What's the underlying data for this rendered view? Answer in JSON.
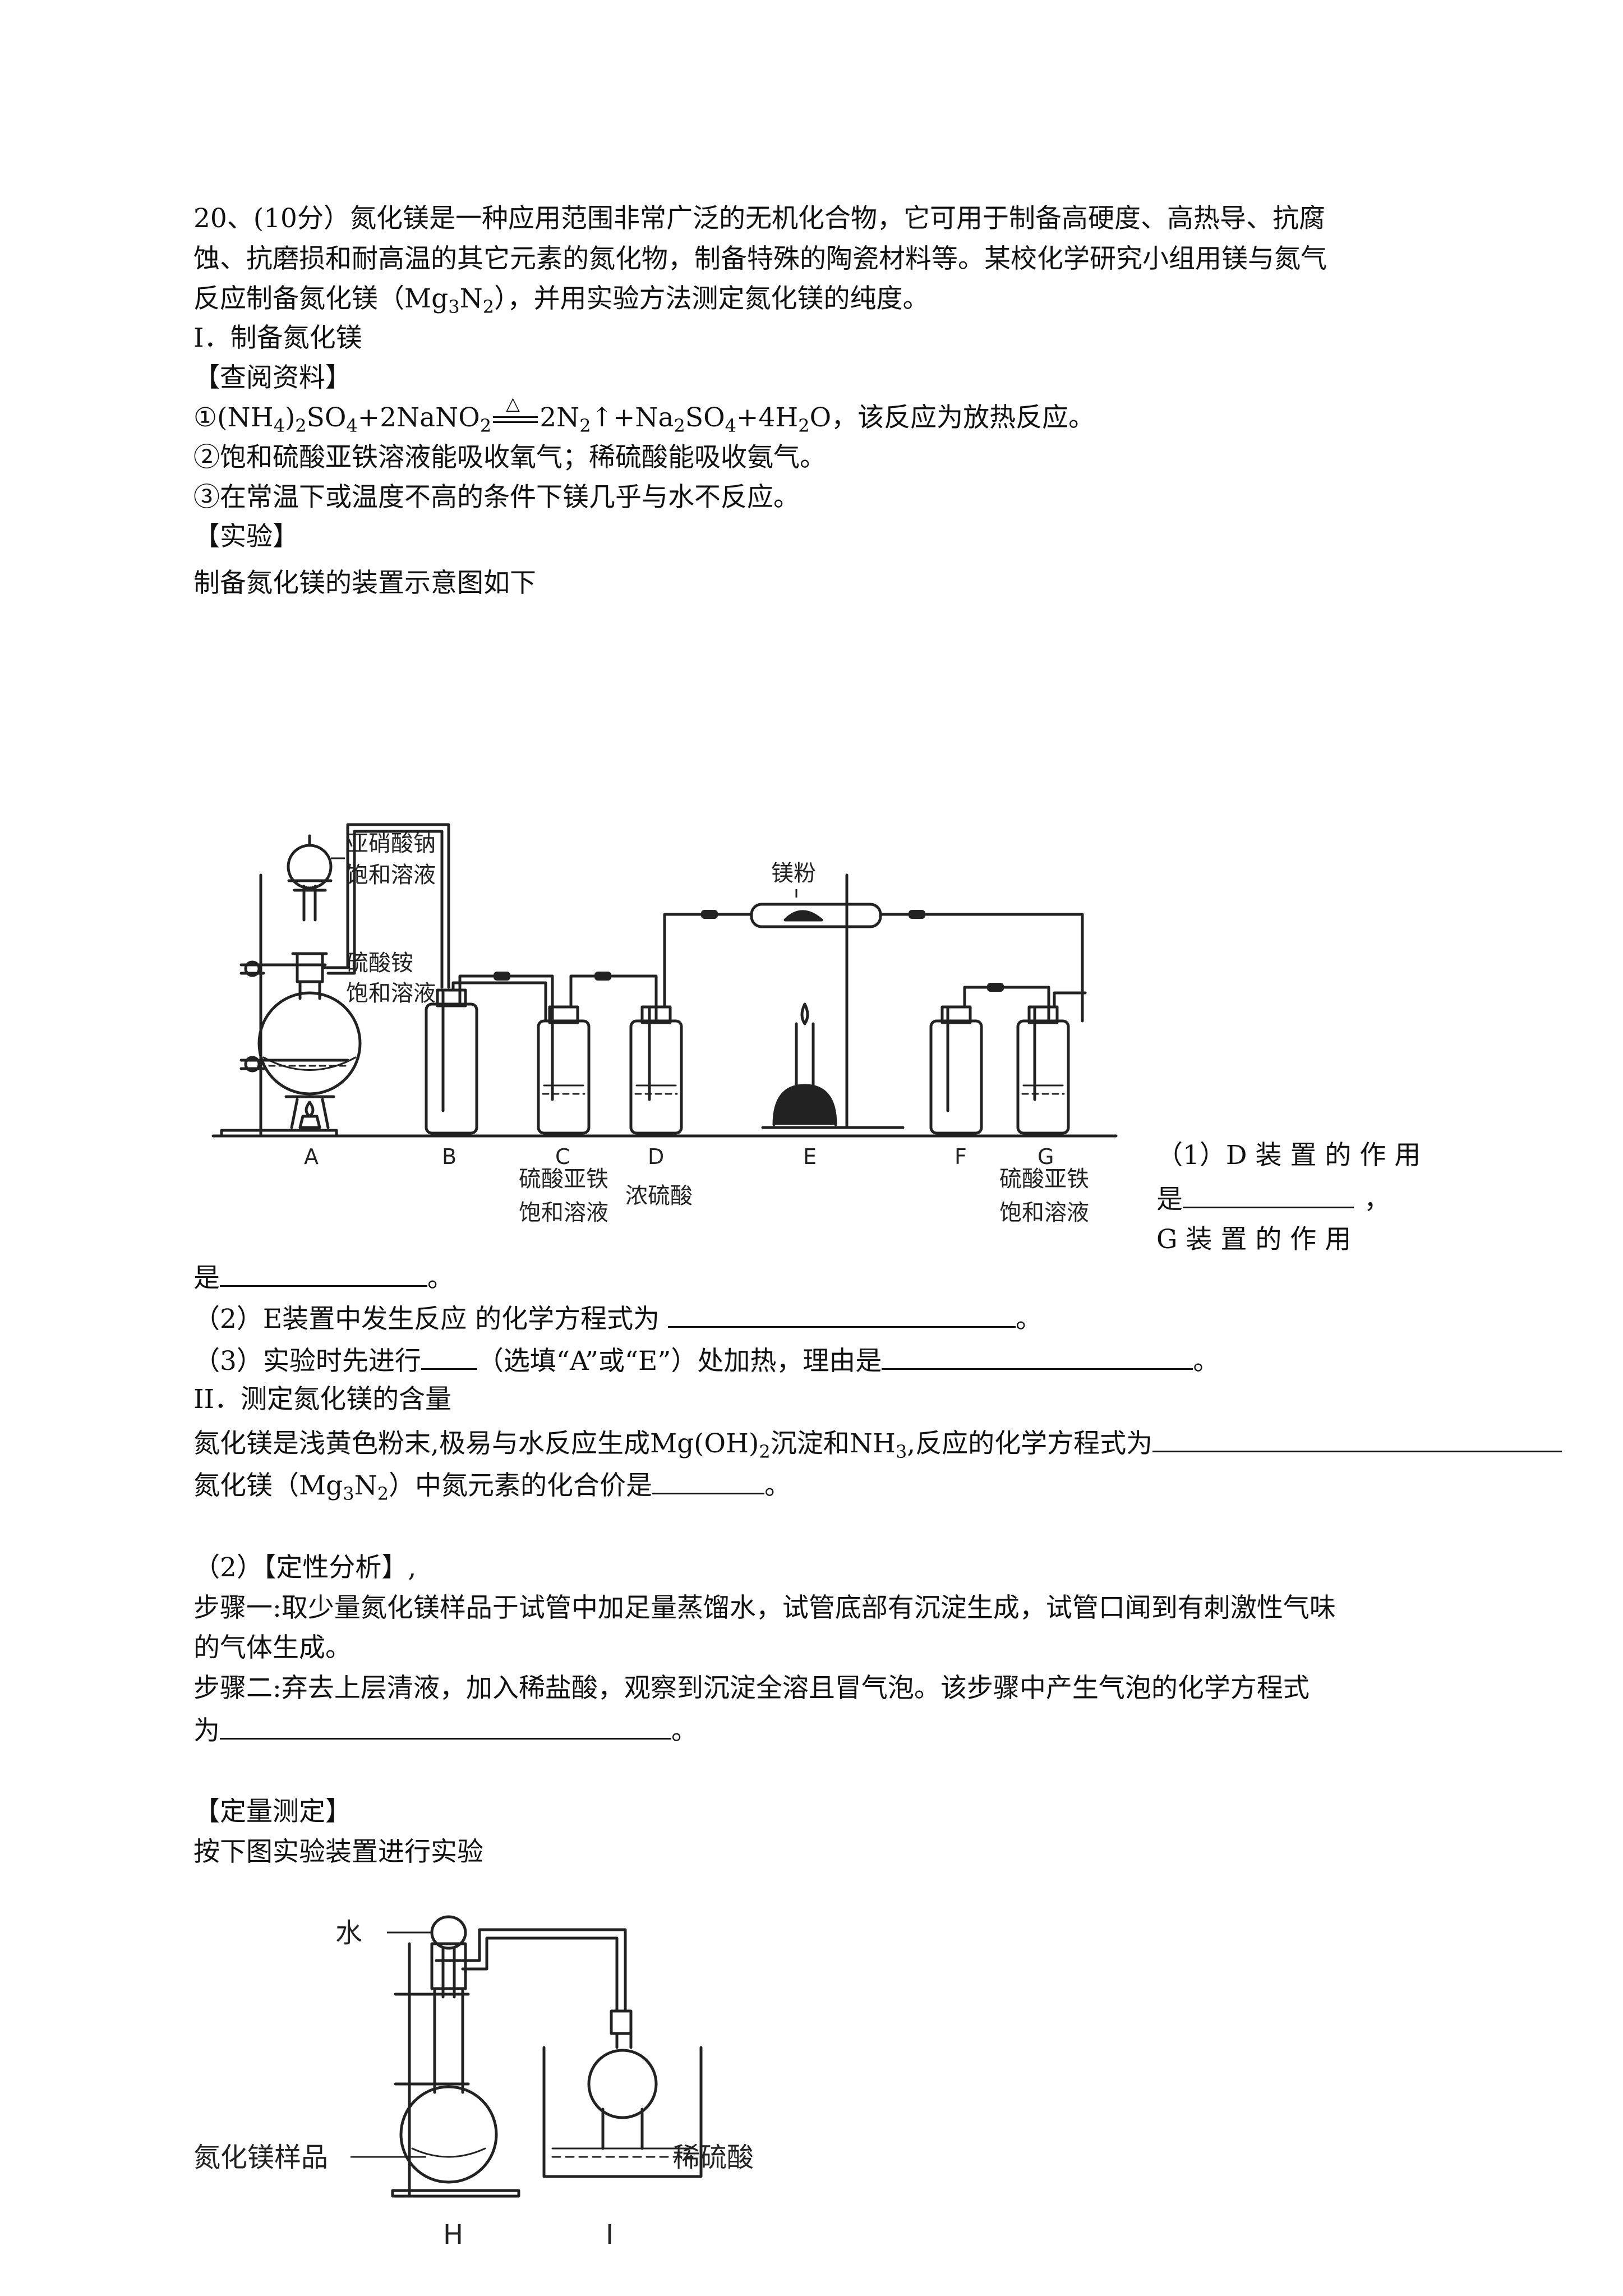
{
  "question": {
    "intro_l1": "20、(10分）氮化镁是一种应用范围非常广泛的无机化合物，它可用于制备高硬度、高热导、抗腐",
    "intro_l2": "蚀、抗磨损和耐高温的其它元素的氮化物，制备特殊的陶瓷材料等。某校化学研究小组用镁与氮气",
    "intro_l3_a": "反应制备氮化镁（Mg",
    "intro_l3_sub1": "3",
    "intro_l3_b": "N",
    "intro_l3_sub2": "2",
    "intro_l3_c": "），并用实验方法测定氮化镁的纯度。"
  },
  "part1": {
    "title": "I．制备氮化镁",
    "ref_header": "【查阅资料】",
    "ref1": {
      "a": "①(NH",
      "s1": "4",
      "b": ")",
      "s2": "2",
      "c": "SO",
      "s3": "4",
      "d": "+2NaNO",
      "s4": "2",
      "cond": "△",
      "e": "2N",
      "s5": "2",
      "f": "↑+Na",
      "s6": "2",
      "g": "SO",
      "s7": "4",
      "h": "+4H",
      "s8": "2",
      "i": "O，该反应为放热反应。"
    },
    "ref2": "②饱和硫酸亚铁溶液能吸收氧气；稀硫酸能吸收氨气。",
    "ref3": "③在常温下或温度不高的条件下镁几乎与水不反应。",
    "exp_header": "【实验】",
    "exp_text": "制备氮化镁的装置示意图如下"
  },
  "diagram1": {
    "label_sodium_nitrite": "亚硝酸钠",
    "label_saturated1": "饱和溶液",
    "label_ammonium_sulfate": "硫酸铵",
    "label_saturated2": "饱和溶液",
    "label_mg_powder": "镁粉",
    "letters": [
      "A",
      "B",
      "C",
      "D",
      "E",
      "F",
      "G"
    ],
    "label_c_1": "硫酸亚铁",
    "label_c_2": "饱和溶液",
    "label_d": "浓硫酸",
    "label_g_1": "硫酸亚铁",
    "label_g_2": "饱和溶液"
  },
  "q1": {
    "line1": "（1）D 装 置 的 作 用",
    "line2_a": "是",
    "line2_b": "，",
    "line3": "G 装 置 的 作 用",
    "line4_a": "是",
    "line4_b": "。"
  },
  "q2": {
    "a": "（2）E装置中发生反应 的化学方程式为 ",
    "b": "。"
  },
  "q3": {
    "a": "（3）实验时先进行",
    "b": "（选填“A”或“E”）处加热，理由是",
    "c": "。"
  },
  "part2": {
    "title": "II．测定氮化镁的含量",
    "l1_a": "氮化镁是浅黄色粉末,极易与水反应生成Mg(OH)",
    "l1_s1": "2",
    "l1_b": "沉淀和NH",
    "l1_s2": "3",
    "l1_c": ",反应的化学方程式为",
    "l2_a": "氮化镁（Mg",
    "l2_s1": "3",
    "l2_b": "N",
    "l2_s2": "2",
    "l2_c": "）中氮元素的化合价是",
    "l2_d": "。"
  },
  "qual": {
    "header": "（2）【定性分析】,",
    "s1_l1": "步骤一:取少量氮化镁样品于试管中加足量蒸馏水，试管底部有沉淀生成，试管口闻到有刺激性气味",
    "s1_l2": "的气体生成。",
    "s2_l1": "步骤二:弃去上层清液，加入稀盐酸，观察到沉淀全溶且冒气泡。该步骤中产生气泡的化学方程式",
    "s2_l2_a": "为",
    "s2_l2_b": "。"
  },
  "quant": {
    "header": "【定量测定】",
    "text": "按下图实验装置进行实验"
  },
  "diagram2": {
    "label_water": "水",
    "label_sample": "氮化镁样品",
    "label_acid": "稀硫酸",
    "letter_h": "H",
    "letter_i": "I"
  }
}
